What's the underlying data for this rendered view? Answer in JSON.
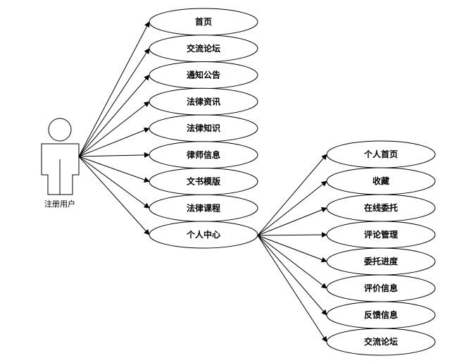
{
  "actor": {
    "label": "注册用户"
  },
  "primary_use_cases": [
    {
      "id": "home",
      "label": "首页"
    },
    {
      "id": "forum",
      "label": "交流论坛"
    },
    {
      "id": "notice",
      "label": "通知公告"
    },
    {
      "id": "law-news",
      "label": "法律资讯"
    },
    {
      "id": "law-knowledge",
      "label": "法律知识"
    },
    {
      "id": "lawyer-info",
      "label": "律师信息"
    },
    {
      "id": "doc-templates",
      "label": "文书模版"
    },
    {
      "id": "law-courses",
      "label": "法律课程"
    },
    {
      "id": "personal-center",
      "label": "个人中心"
    }
  ],
  "personal_center_use_cases": [
    {
      "id": "personal-home",
      "label": "个人首页"
    },
    {
      "id": "favorites",
      "label": "收藏"
    },
    {
      "id": "online-commission",
      "label": "在线委托"
    },
    {
      "id": "comment-management",
      "label": "评论管理"
    },
    {
      "id": "commission-progress",
      "label": "委托进度"
    },
    {
      "id": "review-info",
      "label": "评价信息"
    },
    {
      "id": "feedback-info",
      "label": "反馈信息"
    },
    {
      "id": "forum-2",
      "label": "交流论坛"
    }
  ],
  "colors": {
    "stroke": "#000000",
    "fill": "#ffffff"
  }
}
